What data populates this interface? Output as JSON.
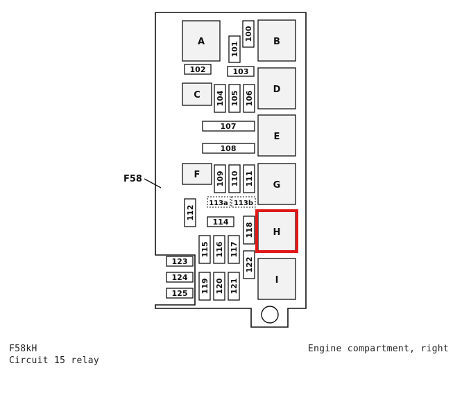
{
  "component_code": "F58kH",
  "component_name": "Circuit 15 relay",
  "location": "Engine compartment, right",
  "fusebox_label": "F58",
  "highlight_color": "#e01818",
  "highlighted_relay": "H",
  "relays": [
    "A",
    "B",
    "C",
    "D",
    "E",
    "F",
    "G",
    "H",
    "I"
  ],
  "fuses": [
    "100",
    "101",
    "102",
    "103",
    "104",
    "105",
    "106",
    "107",
    "108",
    "109",
    "110",
    "111",
    "112",
    "113a",
    "113b",
    "114",
    "115",
    "116",
    "117",
    "118",
    "119",
    "120",
    "121",
    "122",
    "123",
    "124",
    "125"
  ]
}
